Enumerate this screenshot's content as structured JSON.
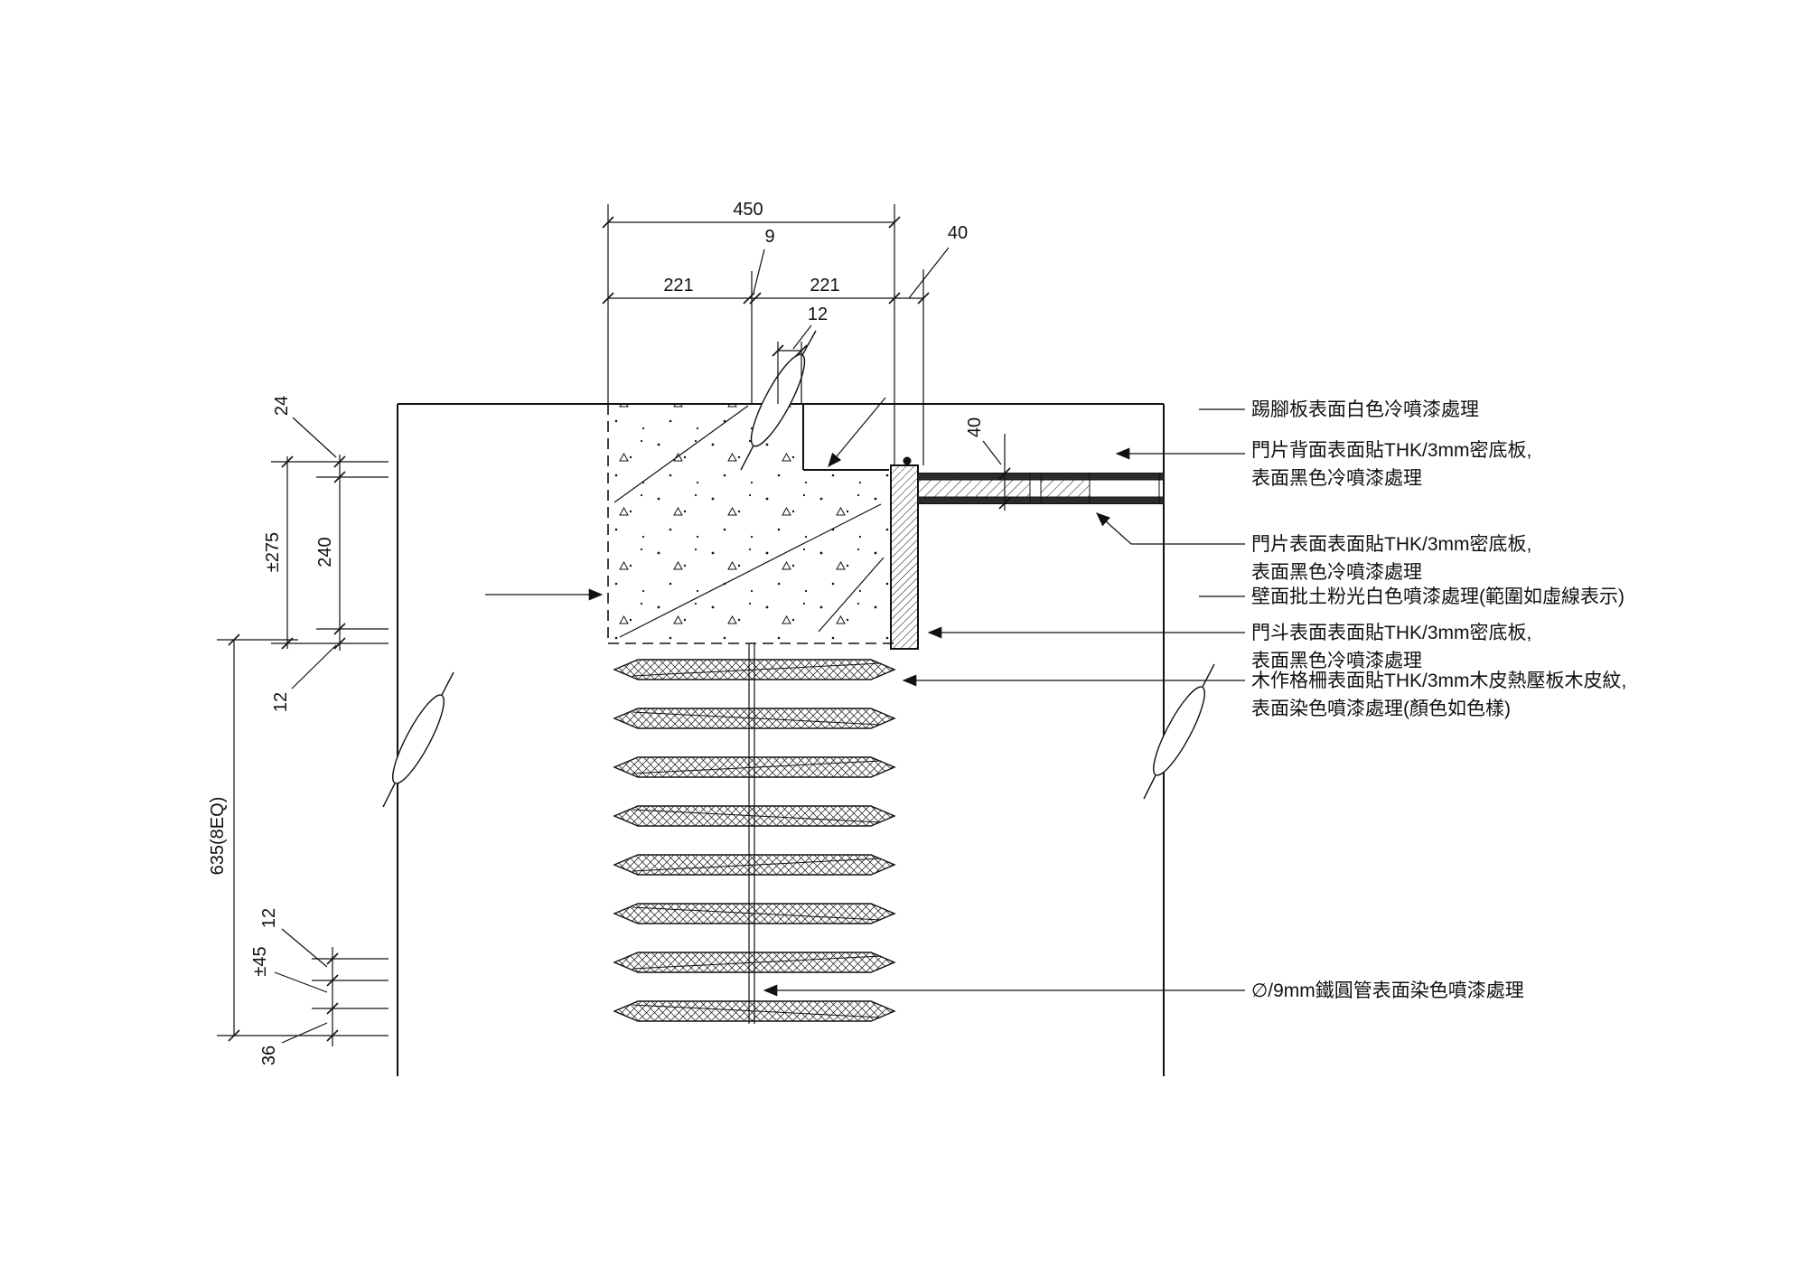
{
  "drawing": {
    "colors": {
      "ink": "#111111",
      "paper": "#ffffff"
    },
    "dims": {
      "top_450": "450",
      "top_9": "9",
      "top_221_left": "221",
      "top_221_right": "221",
      "top_40": "40",
      "top_12": "12",
      "panel_40": "40",
      "left_24": "24",
      "left_pm275": "±275",
      "left_240": "240",
      "left_12_upper": "12",
      "left_635": "635(8EQ)",
      "left_12_lower": "12",
      "left_pm45": "±45",
      "left_36": "36"
    },
    "notes": [
      {
        "lines": [
          "踢腳板表面白色冷噴漆處理"
        ]
      },
      {
        "lines": [
          "門片背面表面貼THK/3mm密底板,",
          "表面黑色冷噴漆處理"
        ]
      },
      {
        "lines": [
          "門片表面表面貼THK/3mm密底板,",
          "表面黑色冷噴漆處理"
        ]
      },
      {
        "lines": [
          "壁面批土粉光白色噴漆處理(範圍如虛線表示)"
        ]
      },
      {
        "lines": [
          "門斗表面表面貼THK/3mm密底板,",
          "表面黑色冷噴漆處理"
        ]
      },
      {
        "lines": [
          "木作格柵表面貼THK/3mm木皮熱壓板木皮紋,",
          "表面染色噴漆處理(顏色如色樣)"
        ]
      },
      {
        "lines": [
          "∅/9mm鐵圓管表面染色噴漆處理"
        ]
      }
    ]
  }
}
